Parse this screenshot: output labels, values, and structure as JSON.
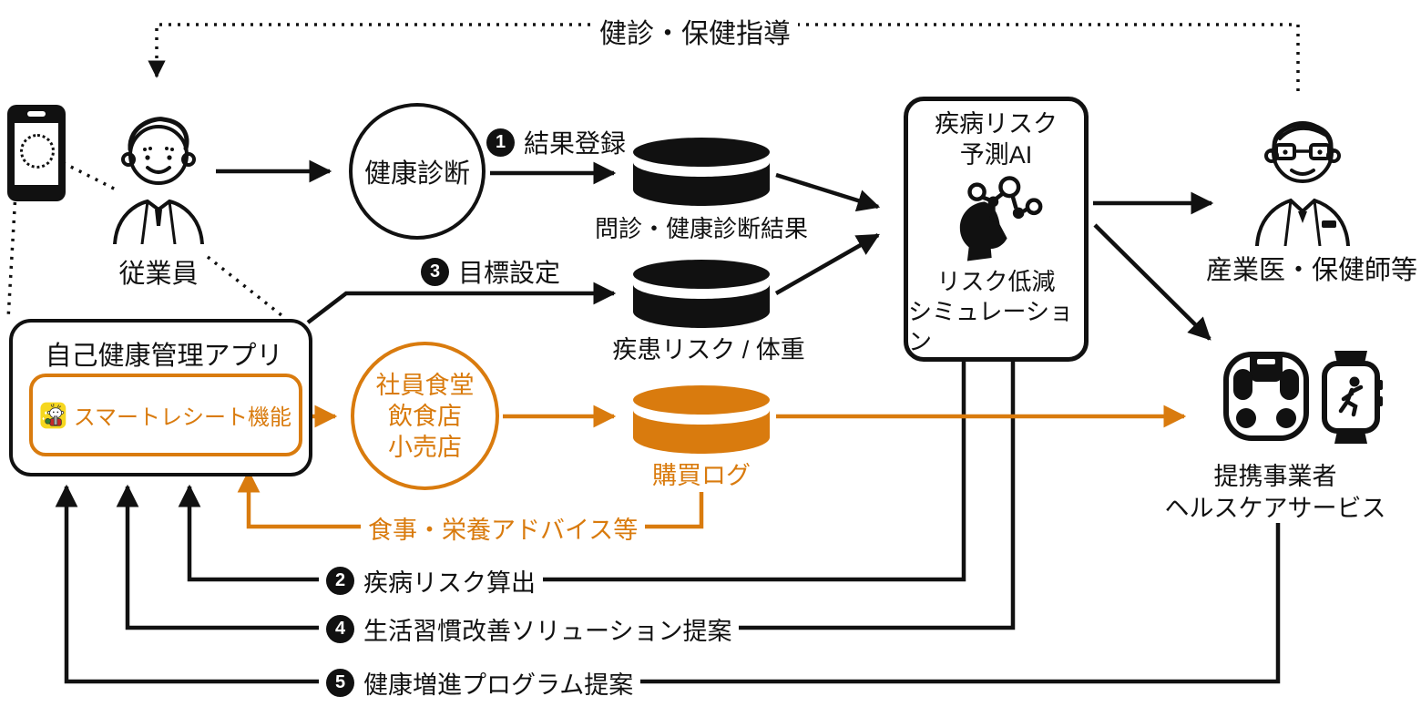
{
  "colors": {
    "accent_orange": "#D97B0E",
    "line_black": "#111111"
  },
  "top_flow": {
    "label": "健診・保健指導"
  },
  "employee": {
    "label": "従業員"
  },
  "checkup_circle": {
    "label": "健康診断"
  },
  "steps": {
    "s1": {
      "num": "1",
      "label": "結果登録"
    },
    "s2": {
      "num": "2",
      "label": "疾病リスク算出"
    },
    "s3": {
      "num": "3",
      "label": "目標設定"
    },
    "s4": {
      "num": "4",
      "label": "生活習慣改善ソリューション提案"
    },
    "s5": {
      "num": "5",
      "label": "健康増進プログラム提案"
    }
  },
  "databases": {
    "checkup_results": {
      "label": "問診・健康診断結果"
    },
    "risk_weight": {
      "label": "疾患リスク / 体重"
    },
    "purchase_log": {
      "label": "購買ログ"
    }
  },
  "app_box": {
    "title": "自己健康管理アプリ",
    "feature": "スマートレシート機能"
  },
  "stores_circle": {
    "line1": "社員食堂",
    "line2": "飲食店",
    "line3": "小売店"
  },
  "ai_box": {
    "title1": "疾病リスク",
    "title2": "予測AI",
    "caption1": "リスク低減",
    "caption2": "シミュレーション"
  },
  "doctor": {
    "label": "産業医・保健師等"
  },
  "partners": {
    "line1": "提携事業者",
    "line2": "ヘルスケアサービス"
  },
  "advice": {
    "label": "食事・栄養アドバイス等"
  }
}
